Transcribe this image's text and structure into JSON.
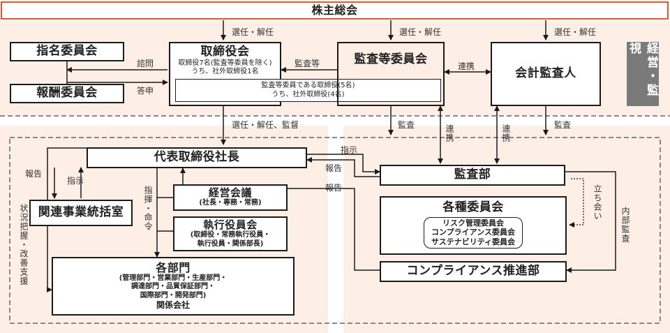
{
  "top": {
    "shareholders": "株主総会"
  },
  "side_label": "経営・監視",
  "boxes": {
    "nomination": "指名委員会",
    "compensation": "報酬委員会",
    "board_title": "取締役会",
    "board_line1": "取締役7名(監査等委員を除く)",
    "board_line2": "うち、社外取締役1名",
    "board_inner_line1": "監査等委員である取締役(5名)",
    "board_inner_line2": "うち、社外取締役(4名)",
    "audit_committee": "監査等委員会",
    "accounting_auditor": "会計監査人",
    "president": "代表取締役社長",
    "affiliate_office": "関連事業統括室",
    "mgmt_meeting_title": "経営会議",
    "mgmt_meeting_sub": "(社長・専務・常務)",
    "exec_officers_title": "執行役員会",
    "exec_officers_sub1": "(取締役・常務執行役員・",
    "exec_officers_sub2": "執行役員・関係部長)",
    "departments_title": "各部門",
    "departments_sub1": "(管理部門・営業部門・生産部門・",
    "departments_sub2": "調達部門・品質保証部門・",
    "departments_sub3": "国際部門・開発部門)",
    "departments_sub4": "関係会社",
    "audit_dept": "監査部",
    "committees_title": "各種委員会",
    "committees_line1": "リスク管理委員会",
    "committees_line2": "コンプライアンス委員会",
    "committees_line3": "サステナビリティ委員会",
    "compliance_dept": "コンプライアンス推進部"
  },
  "labels": {
    "elect_dismiss_1": "選任・解任",
    "elect_dismiss_2": "選任・解任",
    "elect_dismiss_3": "選任・解任",
    "consult": "諮問",
    "report_back": "答申",
    "audit_etc": "監査等",
    "cooperation_h": "連携",
    "elect_dismiss_supervise": "選任・解任、監督",
    "audit_1": "監査",
    "audit_2": "監査",
    "cooperation_v1": "連携",
    "cooperation_v2": "連携",
    "instruct_1": "指示",
    "report_1": "報告",
    "report_2": "報告",
    "report_3": "報告",
    "instruct_2": "指示",
    "command_order": "指揮・命令",
    "status_support": "状況把握・改善支援",
    "attend": "立ち会い",
    "internal_audit": "内部監査"
  },
  "colors": {
    "accent_orange": "#e8542a",
    "background_peach": "#fdeee6",
    "side_label_bg": "#7a7a7a",
    "line": "#1a1a1a"
  }
}
